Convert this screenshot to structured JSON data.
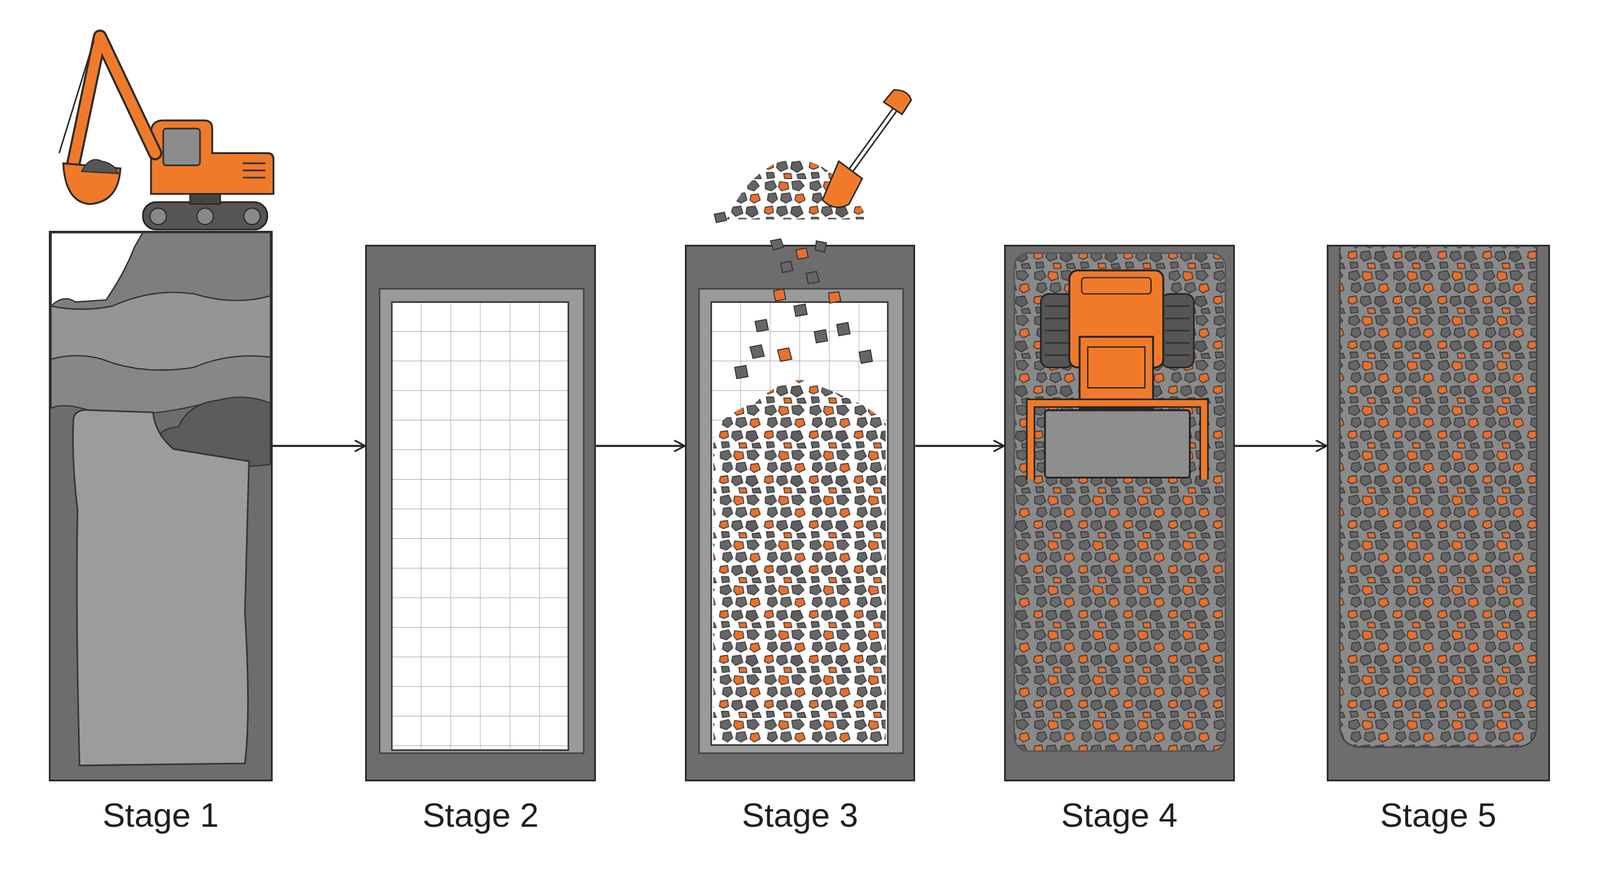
{
  "diagram": {
    "nodes": [
      {
        "text": [
          "Stage 1"
        ]
      },
      {
        "text": [
          "Stage 2"
        ]
      },
      {
        "text": [
          "Stage 3"
        ]
      },
      {
        "text": [
          "Stage 4"
        ]
      },
      {
        "text": [
          "Stage 5"
        ]
      }
    ],
    "edges": [
      {
        "from": 0,
        "to": 1,
        "arrow": "to"
      },
      {
        "from": 1,
        "to": 2,
        "arrow": "to"
      },
      {
        "from": 2,
        "to": 3,
        "arrow": "to"
      },
      {
        "from": 3,
        "to": 4,
        "arrow": "to"
      }
    ]
  }
}
